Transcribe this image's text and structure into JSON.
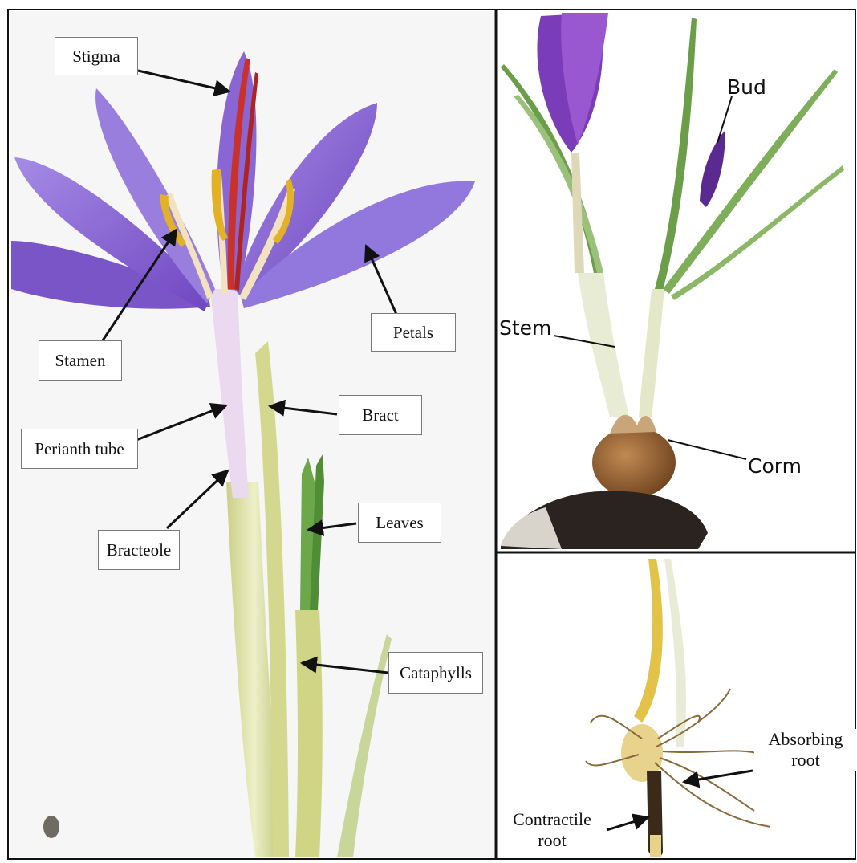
{
  "panels": [
    {
      "name": "whole-flower",
      "labels": {
        "stigma": "Stigma",
        "stamen": "Stamen",
        "petals": "Petals",
        "perianth_tube": "Perianth tube",
        "bract": "Bract",
        "bracteole": "Bracteole",
        "leaves": "Leaves",
        "cataphylls": "Cataphylls"
      }
    },
    {
      "name": "plant-with-corm",
      "labels": {
        "bud": "Bud",
        "stem": "Stem",
        "corm": "Corm"
      }
    },
    {
      "name": "root-system",
      "labels": {
        "absorbing_root": [
          "Absorbing",
          "root"
        ],
        "contractile_root": [
          "Contractile",
          "root"
        ]
      }
    }
  ],
  "colors": {
    "petal": "#8f6ad6",
    "petal_dark": "#6a3fb0",
    "stigma": "#c8322a",
    "anther": "#e3b125",
    "stalk": "#dcdc9a",
    "leaf_green": "#5e9a3a",
    "corm": "#8a5a2e",
    "soil": "#2b2320"
  }
}
